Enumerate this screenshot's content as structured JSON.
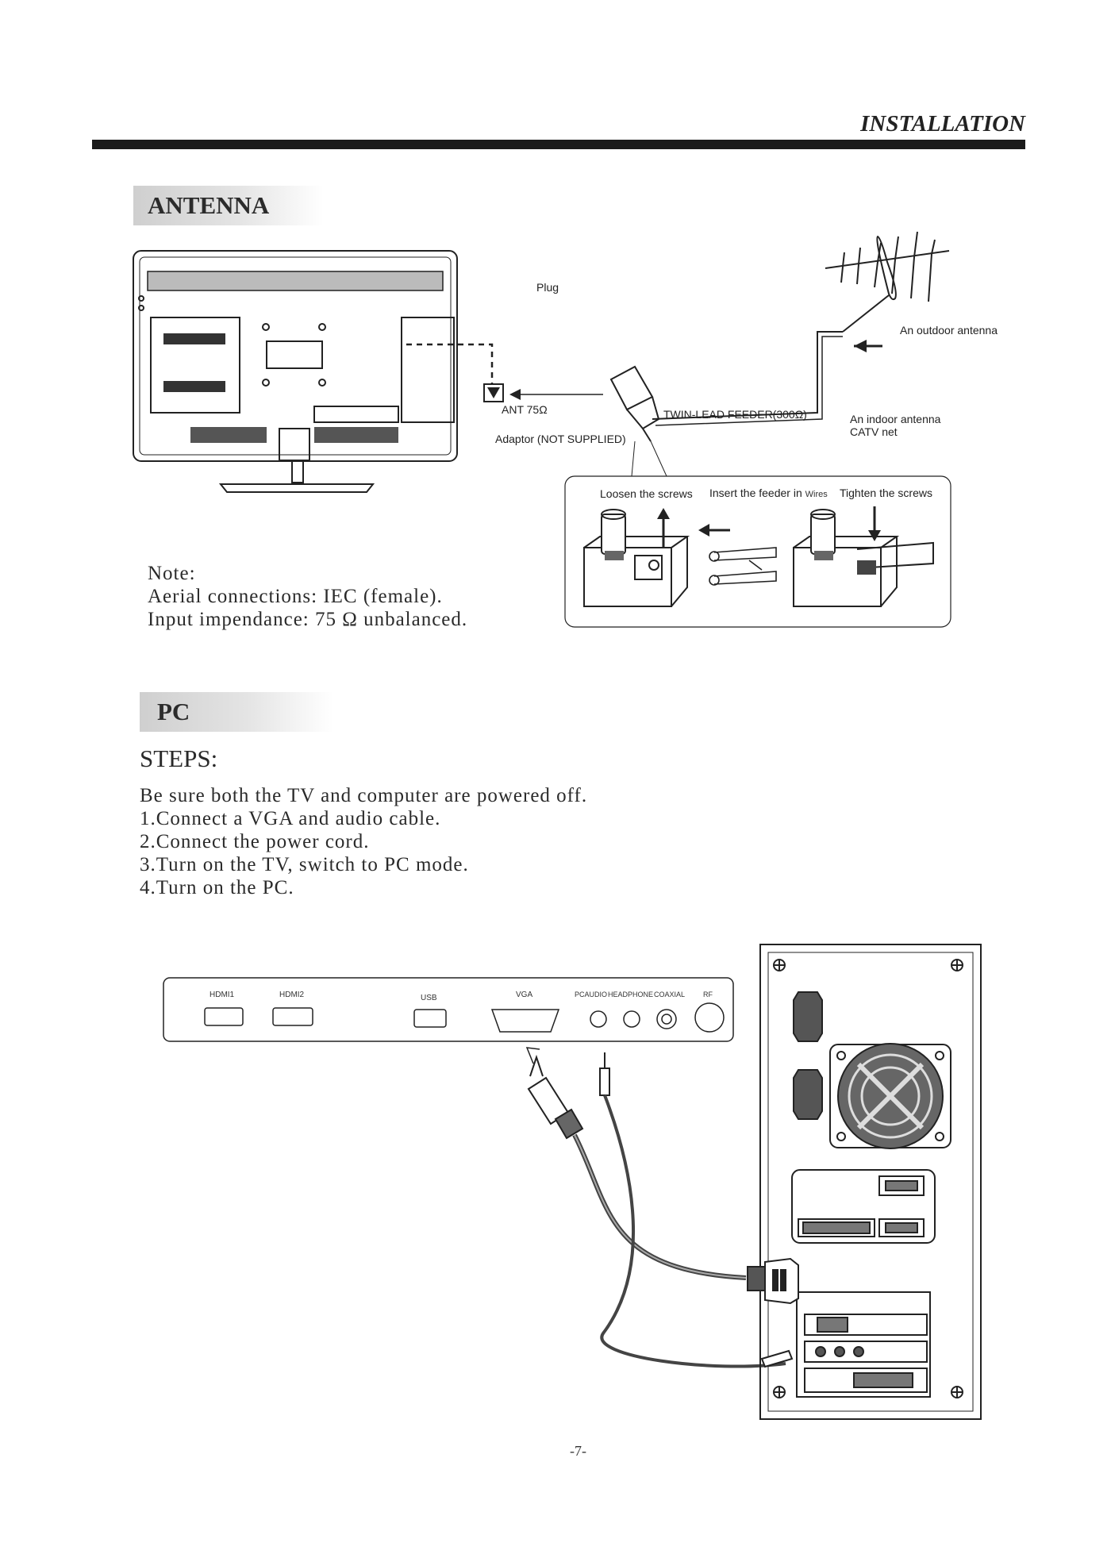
{
  "header": {
    "title": "INSTALLATION"
  },
  "antenna": {
    "heading": "ANTENNA",
    "labels": {
      "plug": "Plug",
      "outdoor": "An outdoor antenna",
      "ant75": "ANT 75Ω",
      "twin_lead": "TWIN-LEAD FEEDER(300Ω)",
      "adaptor": "Adaptor  (NOT SUPPLIED)",
      "indoor_line1": "An indoor antenna",
      "indoor_line2": "CATV net",
      "loosen": "Loosen the screws",
      "insert": "Insert the feeder in",
      "wires": "Wires",
      "tighten": "Tighten the screws"
    },
    "note": {
      "line1": "Note:",
      "line2": "Aerial connections: IEC (female).",
      "line3": "Input impendance: 75 Ω unbalanced."
    }
  },
  "pc": {
    "heading": "PC",
    "steps_heading": "STEPS:",
    "steps": [
      "Be sure both the TV and computer are powered off.",
      "1.Connect a VGA and audio cable.",
      "2.Connect the power cord.",
      "3.Turn on the TV, switch  to PC mode.",
      "4.Turn on the PC."
    ],
    "ports": {
      "hdmi1": "HDMI1",
      "hdmi2": "HDMI2",
      "usb": "USB",
      "vga": "VGA",
      "pcaudio": "PCAUDIO",
      "headphone": "HEADPHONE",
      "coaxial": "COAXIAL",
      "rf": "RF"
    }
  },
  "footer": {
    "page": "-7-"
  }
}
